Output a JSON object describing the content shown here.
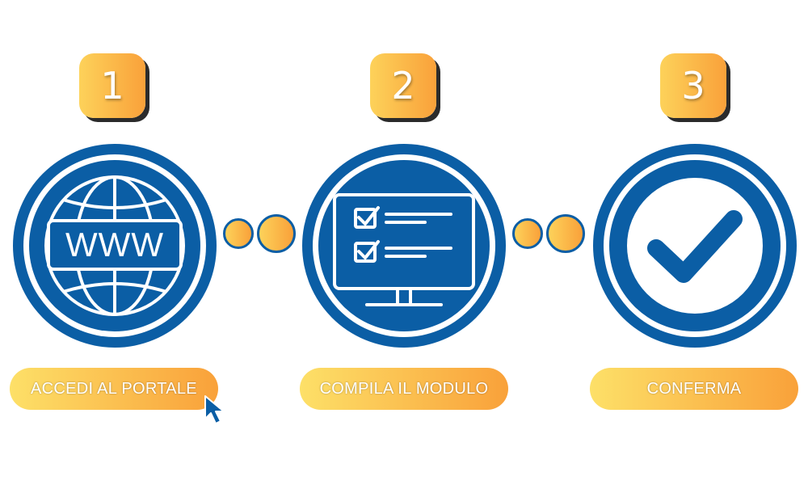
{
  "steps": [
    {
      "number": "1",
      "label": "ACCEDI AL PORTALE",
      "icon": "globe-www-icon"
    },
    {
      "number": "2",
      "label": "COMPILA IL MODULO",
      "icon": "monitor-checklist-icon"
    },
    {
      "number": "3",
      "label": "CONFERMA",
      "icon": "checkmark-icon"
    }
  ],
  "globe_text": "WWW",
  "colors": {
    "primary_blue": "#0b5ea5",
    "gradient_start": "#fdd25a",
    "gradient_end": "#f9a13a",
    "badge_shadow": "#2b2b2b"
  }
}
